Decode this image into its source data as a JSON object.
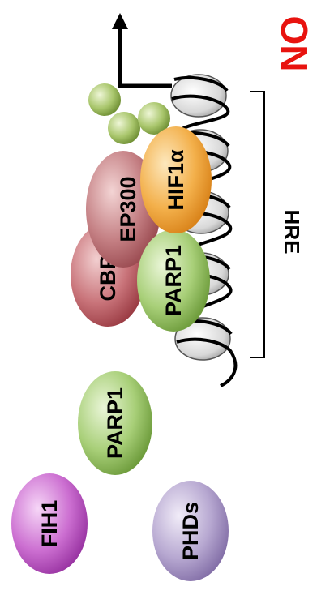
{
  "status_label": "ON",
  "region_label": "HRE",
  "proteins": {
    "cbp": "CBP",
    "ep300": "EP300",
    "hif1a": "HIF1α",
    "parp1_bound": "PARP1",
    "parp1_free": "PARP1",
    "fih1": "FIH1",
    "phds": "PHDs"
  },
  "colors": {
    "on_label": "#e8130f",
    "cbp": "#c9747a",
    "ep300": "#c47f83",
    "hif1a": "#f3b04b",
    "parp1": "#a8cf78",
    "fih1": "#cc6fd1",
    "phds": "#b7a8d1",
    "small_spheres": "#a9c66c",
    "nucleosome": "#d8d8d8",
    "dna": "#000000"
  }
}
